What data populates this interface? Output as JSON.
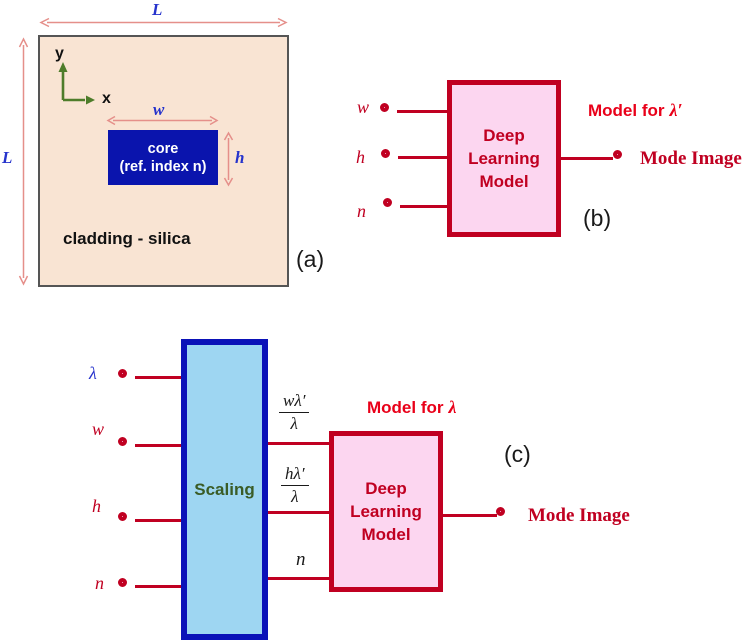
{
  "panel_a": {
    "tag": "(a)",
    "dim_width_label": "L",
    "dim_height_label": "L",
    "axis_y": "y",
    "axis_x": "x",
    "core_width_label": "w",
    "core_height_label": "h",
    "core_title": "core",
    "core_subtitle": "(ref. index n)",
    "cladding_label": "cladding - silica"
  },
  "panel_b": {
    "tag": "(b)",
    "inputs": [
      "w",
      "h",
      "n"
    ],
    "box_lines": [
      "Deep",
      "Learning",
      "Model"
    ],
    "caption_prefix": "Model for",
    "caption_symbol": "λ′",
    "output_label": "Mode Image"
  },
  "panel_c": {
    "tag": "(c)",
    "inputs": [
      "λ",
      "w",
      "h",
      "n"
    ],
    "scaling_label": "Scaling",
    "wire_labels": [
      {
        "numerator": "wλ′",
        "denominator": "λ"
      },
      {
        "numerator": "hλ′",
        "denominator": "λ"
      },
      {
        "plain": "n"
      }
    ],
    "box_lines": [
      "Deep",
      "Learning",
      "Model"
    ],
    "caption_prefix": "Model for",
    "caption_symbol": "λ",
    "output_label": "Mode Image"
  },
  "colors": {
    "crimson": "#c00021",
    "caption_red": "#e90019",
    "label_blue": "#2633cc",
    "core_blue": "#0a14ad",
    "scaling_border_blue": "#0b12b8",
    "scaling_fill_blue": "#9ed6f2",
    "scaling_text_green": "#3a5c26",
    "box_pink": "#fcd6f0",
    "node_pink": "#fac9ea",
    "cladding_peach": "#f9e4d3",
    "dimension_salmon": "#e58f8a",
    "axis_green": "#4e7c2a"
  }
}
